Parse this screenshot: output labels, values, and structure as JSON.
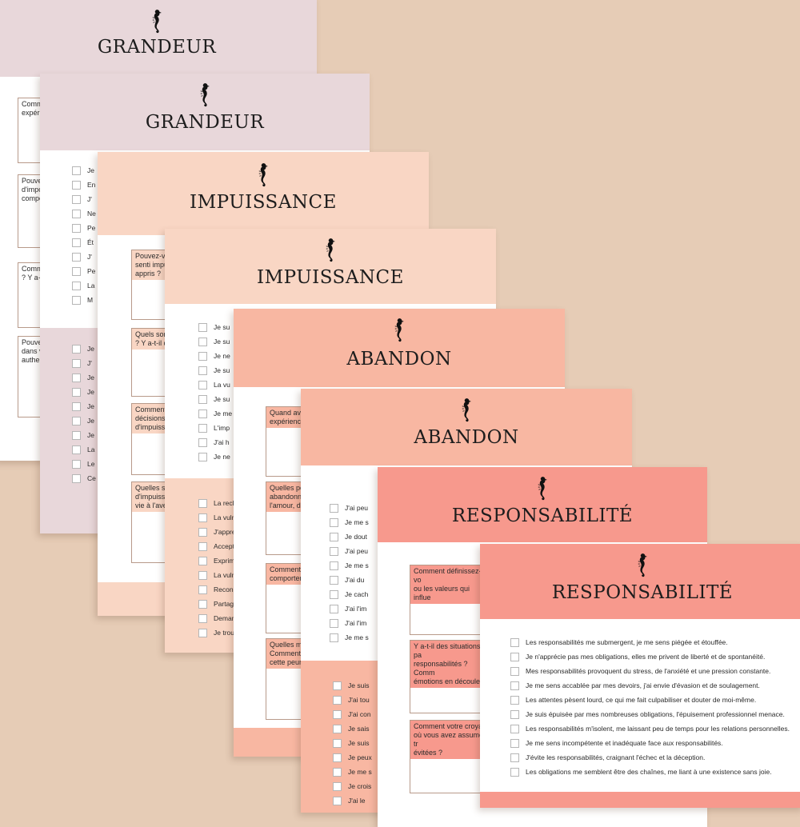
{
  "colors": {
    "background": "#e6ccb6",
    "grandeur": "#e8d7da",
    "impuissance": "#f9d6c4",
    "abandon": "#f8b7a2",
    "responsabilite": "#f7998d"
  },
  "logo_icon": "seahorse-icon",
  "sheets": {
    "grandeur_1": {
      "title": "GRANDEUR",
      "questions": [
        "Comm",
        "expérie",
        "Pouve",
        "d'impo",
        "compo",
        "Comm",
        "? Y a-t",
        "Pouve",
        "dans v",
        "authe"
      ],
      "items": [
        "Je",
        "En",
        "J'",
        "Ne",
        "Pe",
        "Ét",
        "J'",
        "Pe",
        "La",
        "M"
      ],
      "items2": [
        "Je",
        "J'",
        "Je",
        "Je",
        "Je",
        "Je",
        "Je",
        "La",
        "Le",
        "Ce"
      ]
    },
    "grandeur_2": {
      "title": "GRANDEUR"
    },
    "impuissance_1": {
      "title": "IMPUISSANCE",
      "questions": [
        "Pouvez-vo",
        "senti impu",
        "appris ?",
        "Quels sont",
        "? Y a-t-il de",
        "Comment",
        "décisions ?",
        "d'impuissa",
        "Quelles stra",
        "d'impuissa",
        "vie à l'aven"
      ]
    },
    "impuissance_2": {
      "title": "IMPUISSANCE",
      "items": [
        "Je su",
        "Je su",
        "Je ne",
        "Je su",
        "La vu",
        "Je su",
        "Je me",
        "L'imp",
        "J'ai h",
        "Je ne"
      ],
      "items2": [
        "La reche",
        "La vulne",
        "J'appre",
        "Accepte",
        "Exprime",
        "La vulné",
        "Reconn",
        "Partage",
        "Demand",
        "Je trouv"
      ]
    },
    "abandon_1": {
      "title": "ABANDON",
      "questions": [
        "Quand ave",
        "expérienc",
        "Quelles pe",
        "abandonné",
        "l'amour, du",
        "Comment l",
        "comportem",
        "Quelles me",
        "Comment p",
        "cette peur"
      ]
    },
    "abandon_2": {
      "title": "ABANDON",
      "items": [
        "J'ai peu",
        "Je me s",
        "Je dout",
        "J'ai peu",
        "Je me s",
        "J'ai du",
        "Je cach",
        "J'ai l'im",
        "J'ai l'im",
        "Je me s"
      ],
      "items2": [
        "Je suis",
        "J'ai tou",
        "J'ai con",
        "Je sais",
        "Je suis",
        "Je peux",
        "Je me s",
        "Je crois",
        "J'ai le"
      ]
    },
    "responsabilite_1": {
      "title": "RESPONSABILITÉ",
      "questions": [
        "Comment définissez-vo",
        "ou les valeurs qui influe",
        "Y a-t-il des situations pa",
        "responsabilités ? Comm",
        "émotions en découlent",
        "Comment votre croyan",
        "où vous avez assumé tr",
        "évitées ?"
      ]
    },
    "responsabilite_2": {
      "title": "RESPONSABILITÉ",
      "items": [
        "Les responsabilités me submergent, je me sens piégée et étouffée.",
        "Je n'apprécie pas mes obligations, elles me privent de liberté et de spontanéité.",
        "Mes responsabilités provoquent du stress, de l'anxiété et une pression constante.",
        "Je me sens accablée par mes devoirs, j'ai envie d'évasion et de soulagement.",
        "Les attentes pèsent lourd, ce qui me fait culpabiliser et douter de moi-même.",
        "Je suis épuisée par mes nombreuses obligations, l'épuisement professionnel menace.",
        "Les responsabilités m'isolent, me laissant peu de temps pour les relations personnelles.",
        "Je me sens incompétente et inadéquate face aux responsabilités.",
        "J'évite les responsabilités, craignant l'échec et la déception.",
        "Les obligations me semblent être des chaînes, me liant à une existence sans joie."
      ]
    }
  }
}
